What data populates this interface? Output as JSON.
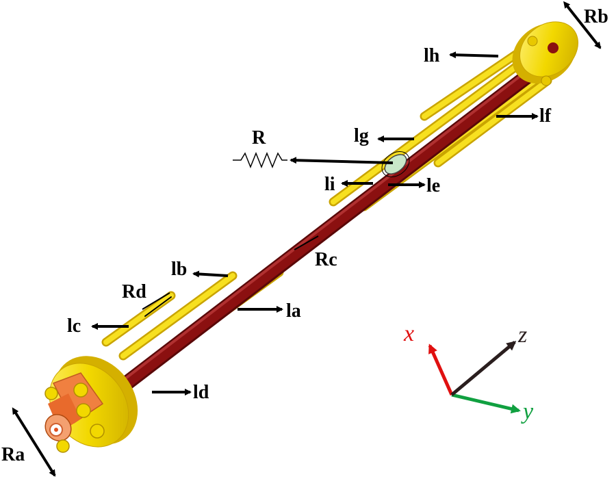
{
  "dimension_labels": {
    "Ra": "Ra",
    "Rb": "Rb",
    "Rc": "Rc",
    "Rd": "Rd",
    "R": "R"
  },
  "rod_labels": {
    "la": "la",
    "lb": "lb",
    "lc": "lc",
    "ld": "ld",
    "le": "le",
    "lf": "lf",
    "lg": "lg",
    "lh": "lh",
    "li": "li"
  },
  "axes": {
    "x": "x",
    "y": "y",
    "z": "z"
  },
  "colors": {
    "rods": "#F2D800",
    "center_conductor": "#8B1010",
    "connector": "#F08040",
    "x_axis": "#E01010",
    "y_axis": "#10A040",
    "z_axis": "#2A1E1E",
    "arrows": "#000000"
  }
}
